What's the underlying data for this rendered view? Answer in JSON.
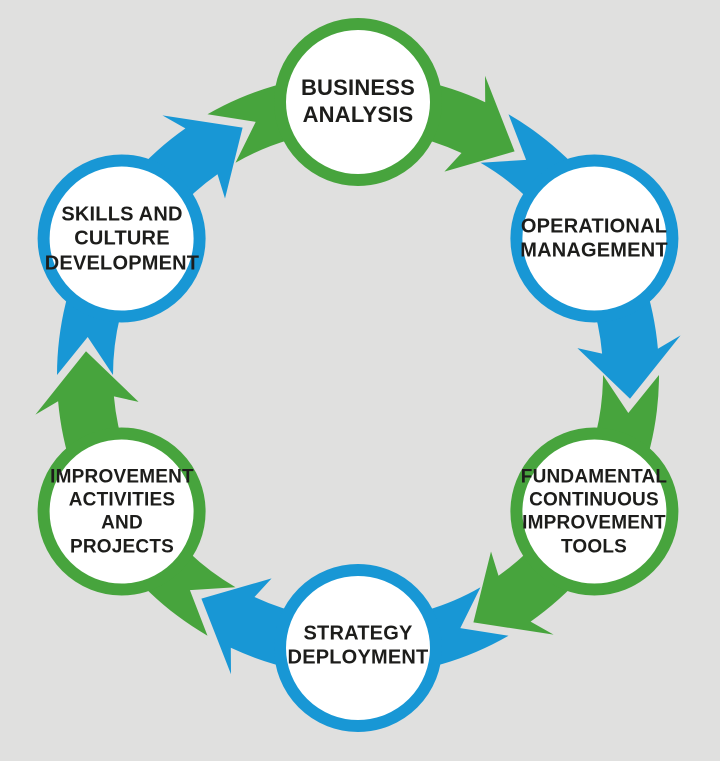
{
  "colors": {
    "green": "#47a43d",
    "blue": "#1897d5",
    "background": "#e0e0df",
    "node_fill": "#ffffff",
    "text": "#1d1d1b"
  },
  "nodes": [
    {
      "id": "business-analysis",
      "label": "BUSINESS\nANALYSIS",
      "color": "green"
    },
    {
      "id": "operational-management",
      "label": "OPERATIONAL\nMANAGEMENT",
      "color": "blue"
    },
    {
      "id": "fundamental-continuous-improvement-tools",
      "label": "FUNDAMENTAL\nCONTINUOUS\nIMPROVEMENT\nTOOLS",
      "color": "green"
    },
    {
      "id": "strategy-deployment",
      "label": "STRATEGY\nDEPLOYMENT",
      "color": "blue"
    },
    {
      "id": "improvement-activities-and-projects",
      "label": "IMPROVEMENT\nACTIVITIES\nAND\nPROJECTS",
      "color": "green"
    },
    {
      "id": "skills-and-culture-development",
      "label": "SKILLS AND\nCULTURE\nDEVELOPMENT",
      "color": "blue"
    }
  ],
  "arrows": [
    {
      "from": "business-analysis",
      "to": "operational-management",
      "color": "green"
    },
    {
      "from": "operational-management",
      "to": "fundamental-continuous-improvement-tools",
      "color": "blue"
    },
    {
      "from": "fundamental-continuous-improvement-tools",
      "to": "strategy-deployment",
      "color": "green"
    },
    {
      "from": "strategy-deployment",
      "to": "improvement-activities-and-projects",
      "color": "blue"
    },
    {
      "from": "improvement-activities-and-projects",
      "to": "skills-and-culture-development",
      "color": "green"
    },
    {
      "from": "skills-and-culture-development",
      "to": "business-analysis",
      "color": "blue"
    }
  ]
}
